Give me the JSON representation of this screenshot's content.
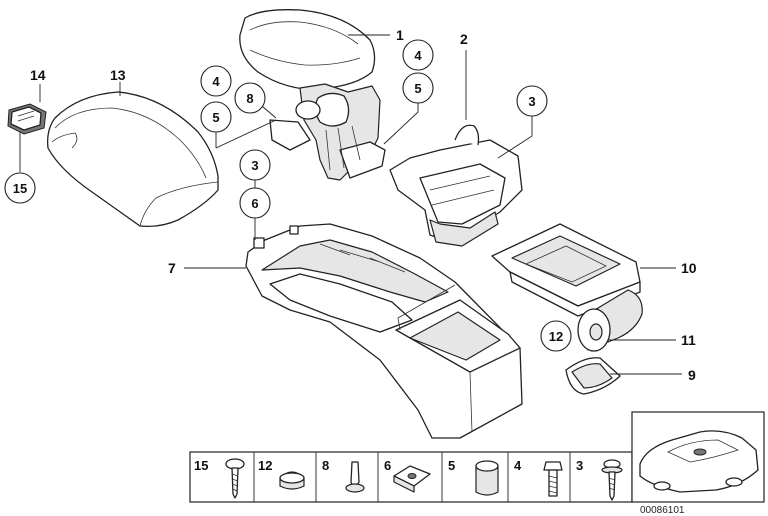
{
  "callouts": [
    {
      "id": "c1",
      "label": "1"
    },
    {
      "id": "c2",
      "label": "2"
    },
    {
      "id": "c3a",
      "label": "3"
    },
    {
      "id": "c3b",
      "label": "3"
    },
    {
      "id": "c4a",
      "label": "4"
    },
    {
      "id": "c4b",
      "label": "4"
    },
    {
      "id": "c5a",
      "label": "5"
    },
    {
      "id": "c5b",
      "label": "5"
    },
    {
      "id": "c6",
      "label": "6"
    },
    {
      "id": "c7",
      "label": "7"
    },
    {
      "id": "c8",
      "label": "8"
    },
    {
      "id": "c9",
      "label": "9"
    },
    {
      "id": "c10",
      "label": "10"
    },
    {
      "id": "c11",
      "label": "11"
    },
    {
      "id": "c12",
      "label": "12"
    },
    {
      "id": "c13",
      "label": "13"
    },
    {
      "id": "c14",
      "label": "14"
    },
    {
      "id": "c15",
      "label": "15"
    }
  ],
  "strip": {
    "items": [
      {
        "label": "15",
        "icon": "screw-icon"
      },
      {
        "label": "12",
        "icon": "plug-cap-icon"
      },
      {
        "label": "8",
        "icon": "expanding-rivet-icon"
      },
      {
        "label": "6",
        "icon": "clip-nut-icon"
      },
      {
        "label": "5",
        "icon": "bushing-icon"
      },
      {
        "label": "4",
        "icon": "hex-bolt-icon"
      },
      {
        "label": "3",
        "icon": "washer-screw-icon"
      }
    ]
  },
  "reference_number": "00086101",
  "thumbnail_icon": "car-silhouette-icon"
}
